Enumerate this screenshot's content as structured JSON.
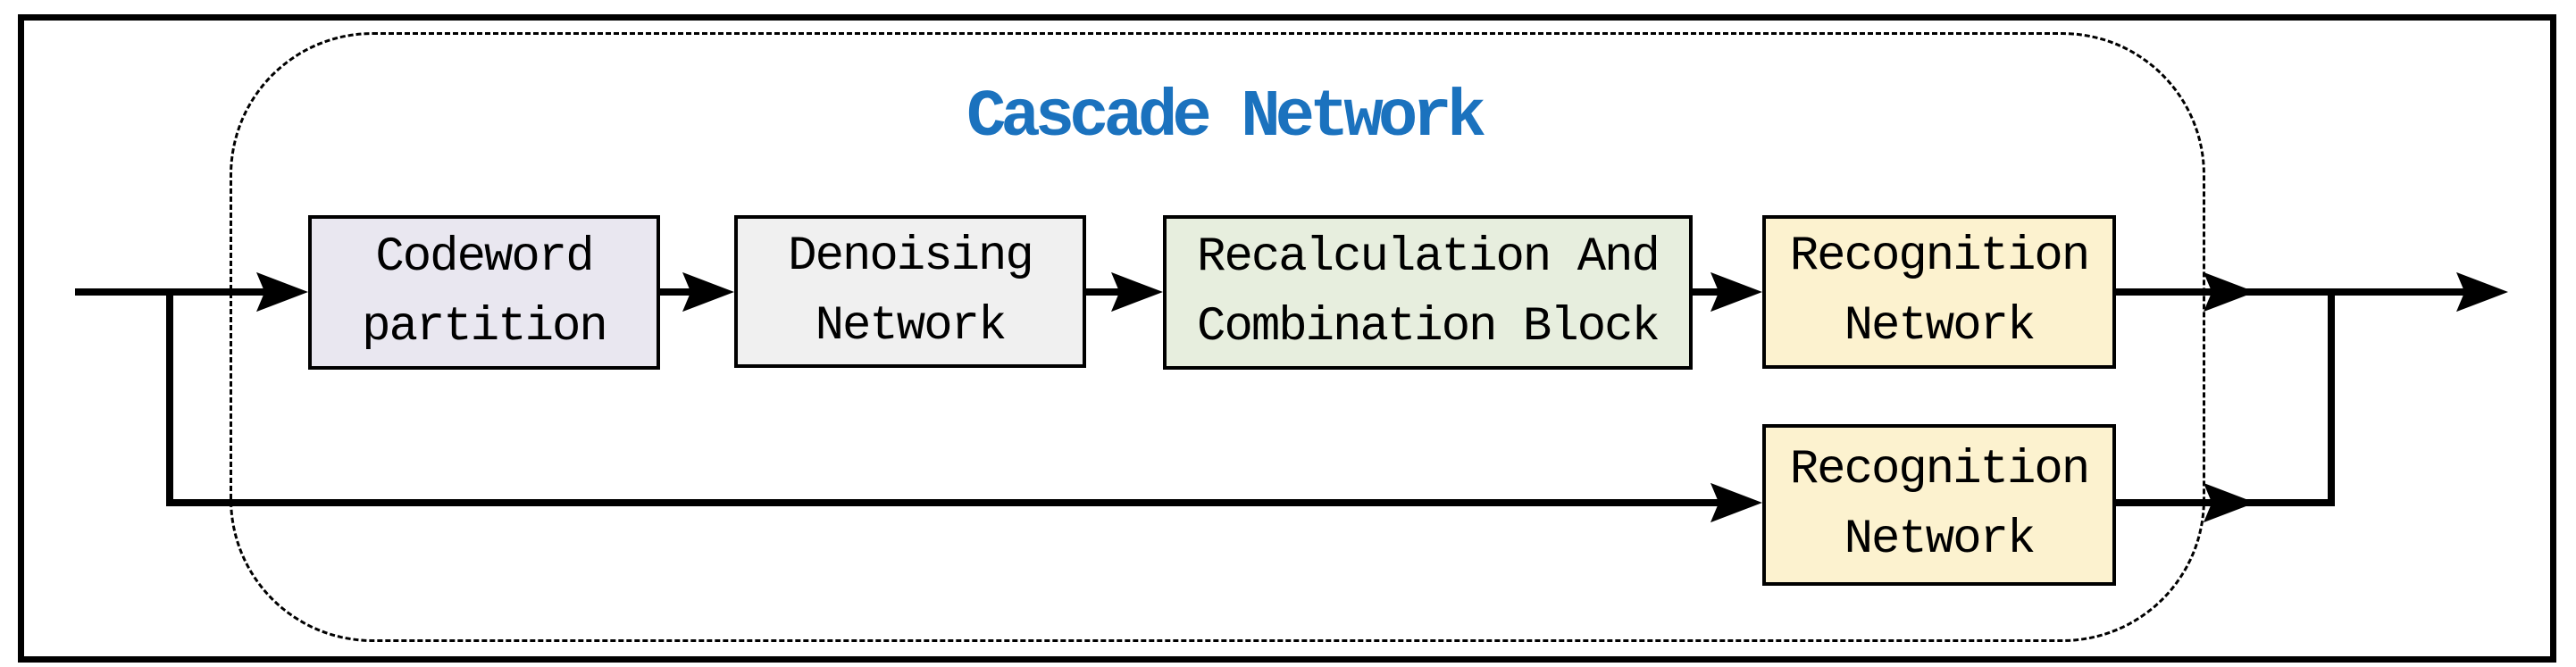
{
  "figure": {
    "title": "Cascade Network",
    "title_color": "#1B72BE"
  },
  "blocks": [
    {
      "label_line1": "Codeword",
      "label_line2": "partition",
      "fill": "#E9E7F0"
    },
    {
      "label_line1": "Denoising",
      "label_line2": "Network",
      "fill": "#F0F0F0"
    },
    {
      "label_line1": "Recalculation And",
      "label_line2": "Combination Block",
      "fill": "#E7EEDE"
    },
    {
      "label_line1": "Recognition",
      "label_line2": "Network",
      "fill": "#FCF2CF"
    },
    {
      "label_line1": "Recognition",
      "label_line2": "Network",
      "fill": "#FCF2CF"
    }
  ],
  "colors": {
    "ink": "#000000"
  }
}
